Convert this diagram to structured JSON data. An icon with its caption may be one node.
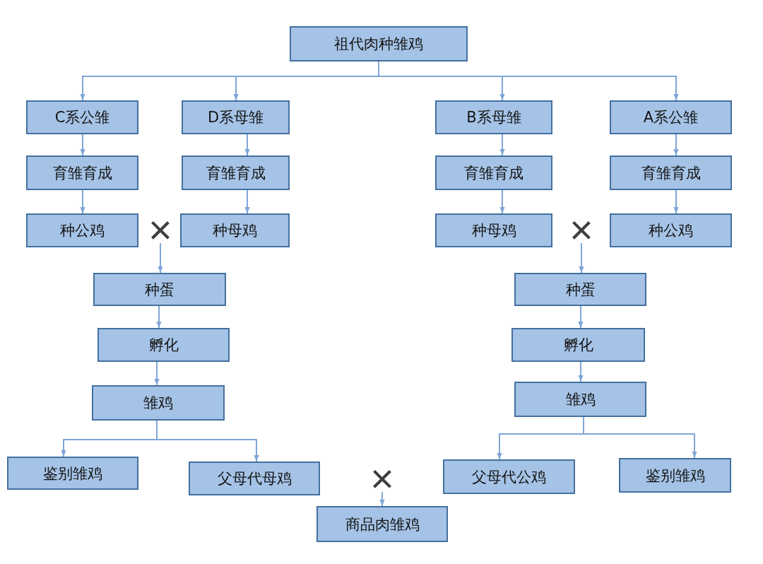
{
  "diagram": {
    "nodes": [
      {
        "text": [
          "祖代肉种雏鸡"
        ]
      },
      {
        "text": [
          "C系公雏"
        ]
      },
      {
        "text": [
          "D系母雏"
        ]
      },
      {
        "text": [
          "B系母雏"
        ]
      },
      {
        "text": [
          "A系公雏"
        ]
      },
      {
        "text": [
          "育雏育成"
        ]
      },
      {
        "text": [
          "育雏育成"
        ]
      },
      {
        "text": [
          "育雏育成"
        ]
      },
      {
        "text": [
          "育雏育成"
        ]
      },
      {
        "text": [
          "种公鸡"
        ]
      },
      {
        "text": [
          "×"
        ]
      },
      {
        "text": [
          "种母鸡"
        ]
      },
      {
        "text": [
          "种母鸡"
        ]
      },
      {
        "text": [
          "×"
        ]
      },
      {
        "text": [
          "种公鸡"
        ]
      },
      {
        "text": [
          "种蛋"
        ]
      },
      {
        "text": [
          "种蛋"
        ]
      },
      {
        "text": [
          "孵化"
        ]
      },
      {
        "text": [
          "孵化"
        ]
      },
      {
        "text": [
          "雏鸡"
        ]
      },
      {
        "text": [
          "雏鸡"
        ]
      },
      {
        "text": [
          "鉴别雏鸡"
        ]
      },
      {
        "text": [
          "父母代母鸡"
        ]
      },
      {
        "text": [
          "×"
        ]
      },
      {
        "text": [
          "父母代公鸡"
        ]
      },
      {
        "text": [
          "鉴别雏鸡"
        ]
      },
      {
        "text": [
          "商品肉雏鸡"
        ]
      }
    ],
    "edges": [
      {
        "from": 0,
        "to": 1,
        "arrow": "to"
      },
      {
        "from": 0,
        "to": 2,
        "arrow": "to"
      },
      {
        "from": 0,
        "to": 3,
        "arrow": "to"
      },
      {
        "from": 0,
        "to": 4,
        "arrow": "to"
      },
      {
        "from": 1,
        "to": 5,
        "arrow": "to"
      },
      {
        "from": 2,
        "to": 6,
        "arrow": "to"
      },
      {
        "from": 3,
        "to": 7,
        "arrow": "to"
      },
      {
        "from": 4,
        "to": 8,
        "arrow": "to"
      },
      {
        "from": 5,
        "to": 9,
        "arrow": "to"
      },
      {
        "from": 6,
        "to": 11,
        "arrow": "to"
      },
      {
        "from": 7,
        "to": 12,
        "arrow": "to"
      },
      {
        "from": 8,
        "to": 14,
        "arrow": "to"
      },
      {
        "from": 10,
        "to": 15,
        "arrow": "to"
      },
      {
        "from": 13,
        "to": 16,
        "arrow": "to"
      },
      {
        "from": 15,
        "to": 17,
        "arrow": "to"
      },
      {
        "from": 16,
        "to": 18,
        "arrow": "to"
      },
      {
        "from": 17,
        "to": 19,
        "arrow": "to"
      },
      {
        "from": 18,
        "to": 20,
        "arrow": "to"
      },
      {
        "from": 19,
        "to": 21,
        "arrow": "to"
      },
      {
        "from": 19,
        "to": 22,
        "arrow": "to"
      },
      {
        "from": 20,
        "to": 24,
        "arrow": "to"
      },
      {
        "from": 20,
        "to": 25,
        "arrow": "to"
      },
      {
        "from": 23,
        "to": 26,
        "arrow": "to"
      }
    ]
  }
}
